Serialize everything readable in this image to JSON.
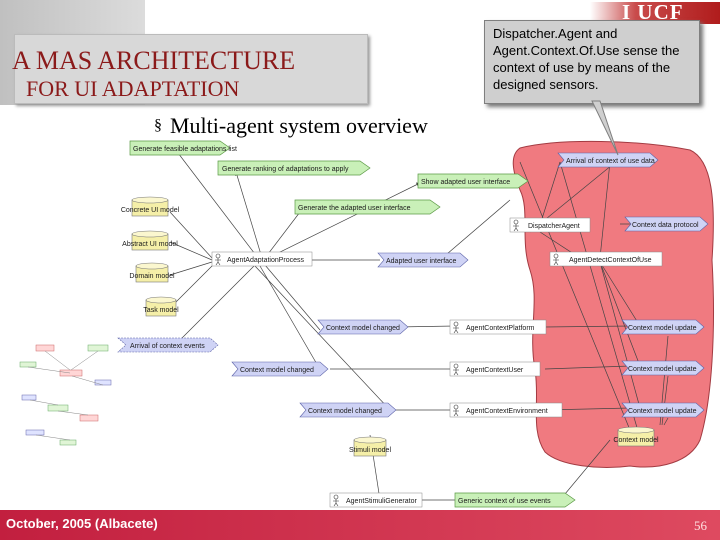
{
  "slide": {
    "title_line1": "A MAS ARCHITECTURE",
    "title_line2": "FOR UI ADAPTATION",
    "subtitle": "Multi-agent system overview",
    "bullet": "§",
    "corner_logo_text": "I  UCF",
    "footer_date": "October, 2005 (Albacete)",
    "page_number": "56"
  },
  "callout": {
    "text": "Dispatcher.Agent and Agent.Context.Of.Use sense the context of use by means of the designed sensors."
  },
  "colors": {
    "title": "#8b1a1a",
    "footer": "#c21f3f",
    "agent_region": "#f07a80",
    "goal_arrow": "#c9f0b8",
    "event_arrow": "#cfd3f5",
    "database": "#f5efa8"
  },
  "diagram": {
    "goals": [
      "Generate feasible adaptations list",
      "Generate ranking of adaptations to apply",
      "Show adapted user interface",
      "Generate the adapted user interface",
      "Generic context of use events"
    ],
    "databases": [
      "Concrete UI model",
      "Abstract UI model",
      "Domain model",
      "Task model",
      "Stimuli model",
      "Context model"
    ],
    "agents": [
      "AgentAdaptationProcess",
      "DispatcherAgent",
      "AgentDetectContextOfUse",
      "AgentContextPlatform",
      "AgentContextUser",
      "AgentContextEnvironment",
      "AgentStimuliGenerator"
    ],
    "events": [
      "Arrival of context of use data",
      "Context data protocol",
      "Adapted user interface",
      "Context model changed",
      "Context model changed",
      "Context model changed",
      "Context model update",
      "Context model update",
      "Context model update",
      "Arrival of context events"
    ]
  }
}
